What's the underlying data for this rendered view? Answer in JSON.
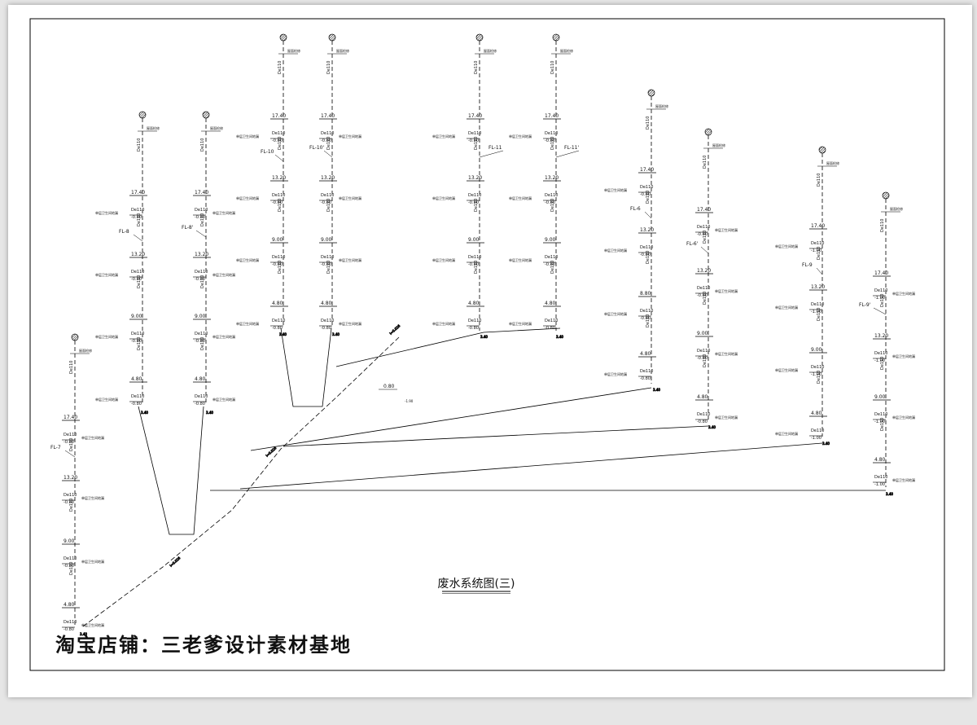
{
  "title": "废水系统图(三)",
  "watermark": "淘宝店铺：三老爹设计素材基地",
  "labels": {
    "roof": "屋面检修",
    "floor_drain": "单层卫生间地漏",
    "pipe_de110": "De110",
    "slope": "i=0.026",
    "slope_angle": "3.40"
  },
  "stacks": [
    {
      "id": "FL-7",
      "elevations": [
        "17.40",
        "13.20",
        "9.00",
        "4.80"
      ],
      "offsets": [
        "-0.80",
        "-0.80",
        "-0.80",
        "-0.80"
      ]
    },
    {
      "id": "FL-8",
      "elevations": [
        "17.40",
        "13.20",
        "9.00",
        "4.80"
      ],
      "offsets": [
        "-0.80",
        "-0.80",
        "-0.80",
        "-0.80"
      ]
    },
    {
      "id": "FL-8'",
      "elevations": [
        "17.40",
        "13.20",
        "9.00",
        "4.80"
      ],
      "offsets": [
        "-0.80",
        "-0.80",
        "-0.80",
        "-0.80"
      ]
    },
    {
      "id": "FL-10",
      "elevations": [
        "17.40",
        "13.20",
        "9.00",
        "4.80"
      ],
      "offsets": [
        "-0.80",
        "-0.80",
        "-0.80",
        "-0.80"
      ]
    },
    {
      "id": "FL-10'",
      "elevations": [
        "17.40",
        "13.20",
        "9.00",
        "4.80"
      ],
      "offsets": [
        "-0.80",
        "-0.80",
        "-0.80",
        "-0.80"
      ]
    },
    {
      "id": "FL-11",
      "elevations": [
        "17.40",
        "13.20",
        "9.00",
        "4.80"
      ],
      "offsets": [
        "-0.80",
        "-0.80",
        "-0.80",
        "-0.80"
      ]
    },
    {
      "id": "FL-11'",
      "elevations": [
        "17.40",
        "13.20",
        "9.00",
        "4.80"
      ],
      "offsets": [
        "-0.80",
        "-0.80",
        "-0.80",
        "-0.80"
      ]
    },
    {
      "id": "FL-6",
      "elevations": [
        "17.40",
        "13.20",
        "8.80",
        "4.80"
      ],
      "offsets": [
        "-0.80",
        "-0.80",
        "-0.80",
        "-0.80"
      ]
    },
    {
      "id": "FL-6'",
      "elevations": [
        "17.40",
        "13.20",
        "9.00",
        "4.80"
      ],
      "offsets": [
        "-0.80",
        "-0.80",
        "-0.80",
        "-0.80"
      ]
    },
    {
      "id": "FL-9",
      "elevations": [
        "17.40",
        "13.20",
        "9.00",
        "4.80"
      ],
      "offsets": [
        "-1.00",
        "-1.00",
        "-1.00",
        "-1.00"
      ]
    },
    {
      "id": "FL-9'",
      "elevations": [
        "17.40",
        "13.20",
        "9.00",
        "4.80"
      ],
      "offsets": [
        "-1.00",
        "-1.00",
        "-1.00",
        "-1.00"
      ]
    }
  ],
  "misc": {
    "drain_elev": "0.80",
    "drain_off": "-1.90"
  }
}
